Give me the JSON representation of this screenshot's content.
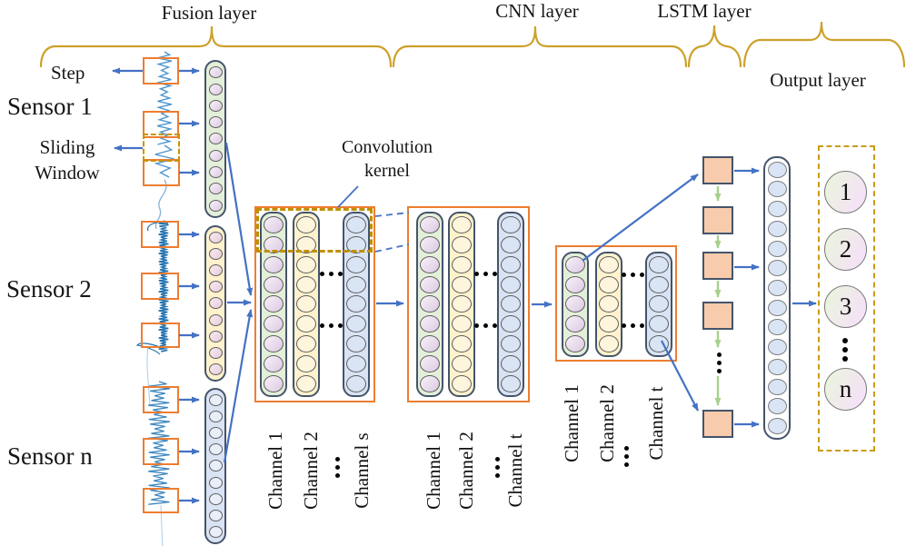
{
  "layer_braces": {
    "fusion": "Fusion layer",
    "cnn": "CNN layer",
    "lstm": "LSTM layer",
    "output": "Output layer"
  },
  "sensors": [
    {
      "label": "Sensor 1"
    },
    {
      "label": "Sensor 2"
    },
    {
      "label": "Sensor n"
    }
  ],
  "annotations": {
    "step": "Step",
    "sliding_window_line1": "Sliding",
    "sliding_window_line2": "Window",
    "convolution_line1": "Convolution",
    "convolution_line2": "kernel"
  },
  "fusion": {
    "vectors": [
      {
        "sensor": "Sensor 1",
        "nodes": 9
      },
      {
        "sensor": "Sensor 2",
        "nodes": 9
      },
      {
        "sensor": "Sensor n",
        "nodes": 9
      }
    ]
  },
  "cnn": {
    "groups": [
      {
        "channel_labels": [
          "Channel 1",
          "Channel 2",
          "Channel s"
        ],
        "nodes_per_channel": 9
      },
      {
        "channel_labels": [
          "Channel 1",
          "Channel 2",
          "Channel t"
        ],
        "nodes_per_channel": 9
      },
      {
        "channel_labels": [
          "Channel 1",
          "Channel 2",
          "Channel t"
        ],
        "nodes_per_channel": 5
      }
    ]
  },
  "lstm": {
    "cells": 5
  },
  "flatten": {
    "nodes": 14
  },
  "output": {
    "node_labels": [
      "1",
      "2",
      "3",
      "n"
    ]
  },
  "colors": {
    "window_orange": "#ED7D31",
    "column_border_navy": "#44546A",
    "arrow_blue": "#4472C4",
    "arrow_green": "#A8D08D",
    "brace_gold": "#CDA12A",
    "kernel_dash_gold": "#BF9000",
    "output_dash_gold": "#CB9B16",
    "channel_green_fill": "#E3EFD9",
    "channel_yellow_fill": "#FFF2CC",
    "channel_blue_fill": "#DAE3F3",
    "lstm_cell_fill": "#F8CBAD",
    "waveform_blue": "#2272B0"
  }
}
